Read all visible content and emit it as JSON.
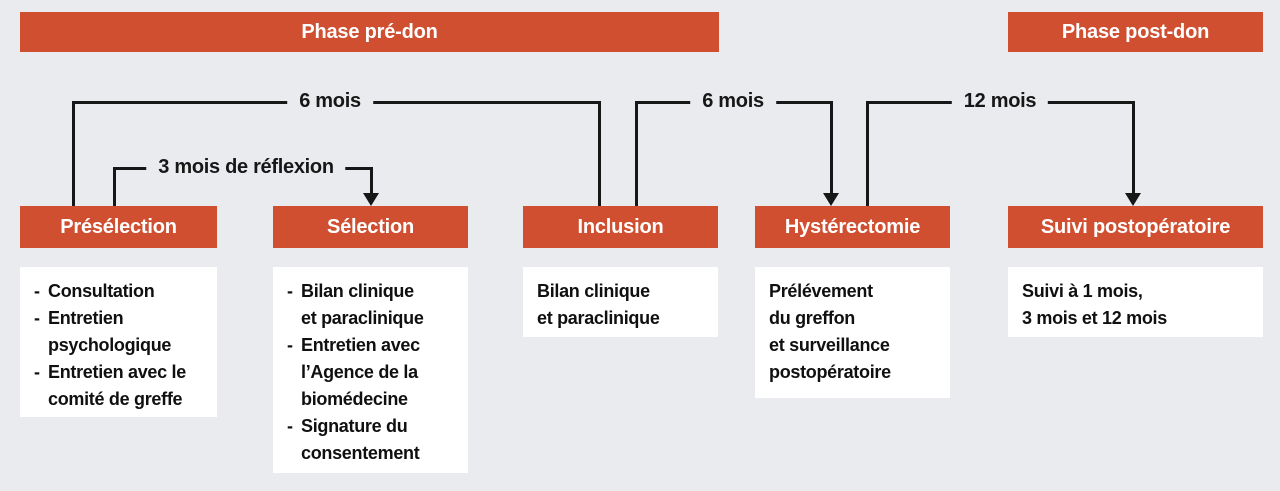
{
  "palette": {
    "accent": "#d04f31",
    "background": "#eaebee",
    "line": "#171717",
    "box_background": "#ffffff",
    "text_on_accent": "#ffffff",
    "text_dark": "#101010"
  },
  "banners": {
    "pre_label": "Phase pré-don",
    "post_label": "Phase post-don"
  },
  "timeline_labels": {
    "span_preselection_inclusion": "6 mois",
    "reflexion": "3 mois de réflexion",
    "span_inclusion_hysterectomie": "6 mois",
    "span_hysterectomie_suivi": "12 mois"
  },
  "list_marker": "-",
  "stages": [
    {
      "title": "Présélection",
      "items": [
        "Consultation",
        "Entretien\npsychologique",
        "Entretien avec le\ncomité de greffe"
      ]
    },
    {
      "title": "Sélection",
      "items": [
        "Bilan clinique\net paraclinique",
        "Entretien avec\nl’Agence de la\nbiomédecine",
        "Signature du\nconsentement"
      ]
    },
    {
      "title": "Inclusion",
      "items": [
        "Bilan clinique\net paraclinique"
      ]
    },
    {
      "title": "Hystérectomie",
      "items": [
        "Prélévement\ndu greffon\net surveillance\npostopératoire"
      ]
    },
    {
      "title": "Suivi postopératoire",
      "items": [
        "Suivi à 1 mois,\n3 mois et 12 mois"
      ]
    }
  ]
}
